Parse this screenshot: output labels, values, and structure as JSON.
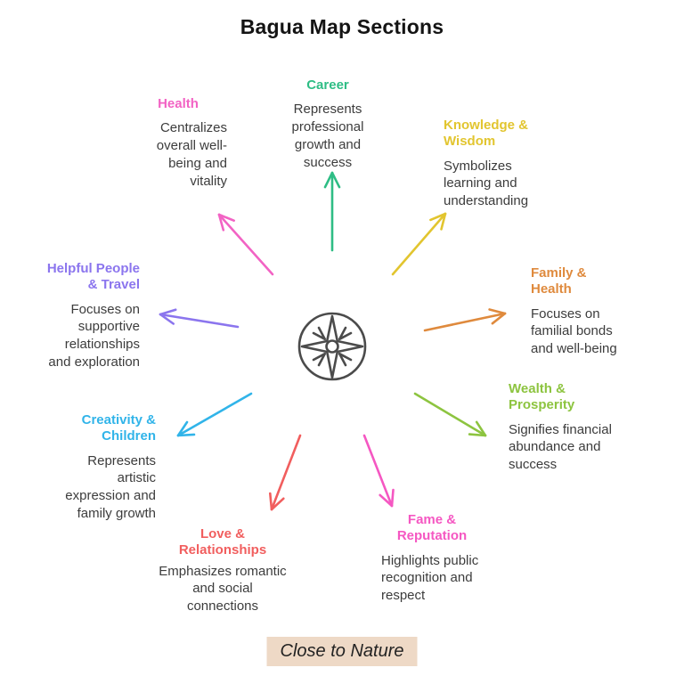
{
  "title": "Bagua Map Sections",
  "footer": {
    "label": "Close to Nature",
    "bg_color": "#eed9c6"
  },
  "compass": {
    "name": "compass-icon",
    "color": "#4b4b4b"
  },
  "text_color": "#3c3c3c",
  "sections": [
    {
      "id": "career",
      "title": "Career",
      "description": "Represents professional growth and success",
      "color": "#2ebd85"
    },
    {
      "id": "health",
      "title": "Health",
      "description": "Centralizes overall well-being and vitality",
      "color": "#f263c4"
    },
    {
      "id": "knowledge-wisdom",
      "title": "Knowledge & Wisdom",
      "description": "Symbolizes learning and understanding",
      "color": "#e2c52f"
    },
    {
      "id": "family-health",
      "title": "Family & Health",
      "description": "Focuses on familial bonds and well-being",
      "color": "#df8a3d"
    },
    {
      "id": "wealth-prosperity",
      "title": "Wealth & Prosperity",
      "description": "Signifies financial abundance and success",
      "color": "#8dc440"
    },
    {
      "id": "fame-reputation",
      "title": "Fame & Reputation",
      "description": "Highlights public recognition and respect",
      "color": "#f557c2"
    },
    {
      "id": "love-relationships",
      "title": "Love & Relationships",
      "description": "Emphasizes romantic and social connections",
      "color": "#f15e5e"
    },
    {
      "id": "creativity-children",
      "title": "Creativity & Children",
      "description": "Represents artistic expression and family growth",
      "color": "#31b4e9"
    },
    {
      "id": "helpful-people-travel",
      "title": "Helpful People & Travel",
      "description": "Focuses on supportive relationships and exploration",
      "color": "#8b75ee"
    }
  ]
}
